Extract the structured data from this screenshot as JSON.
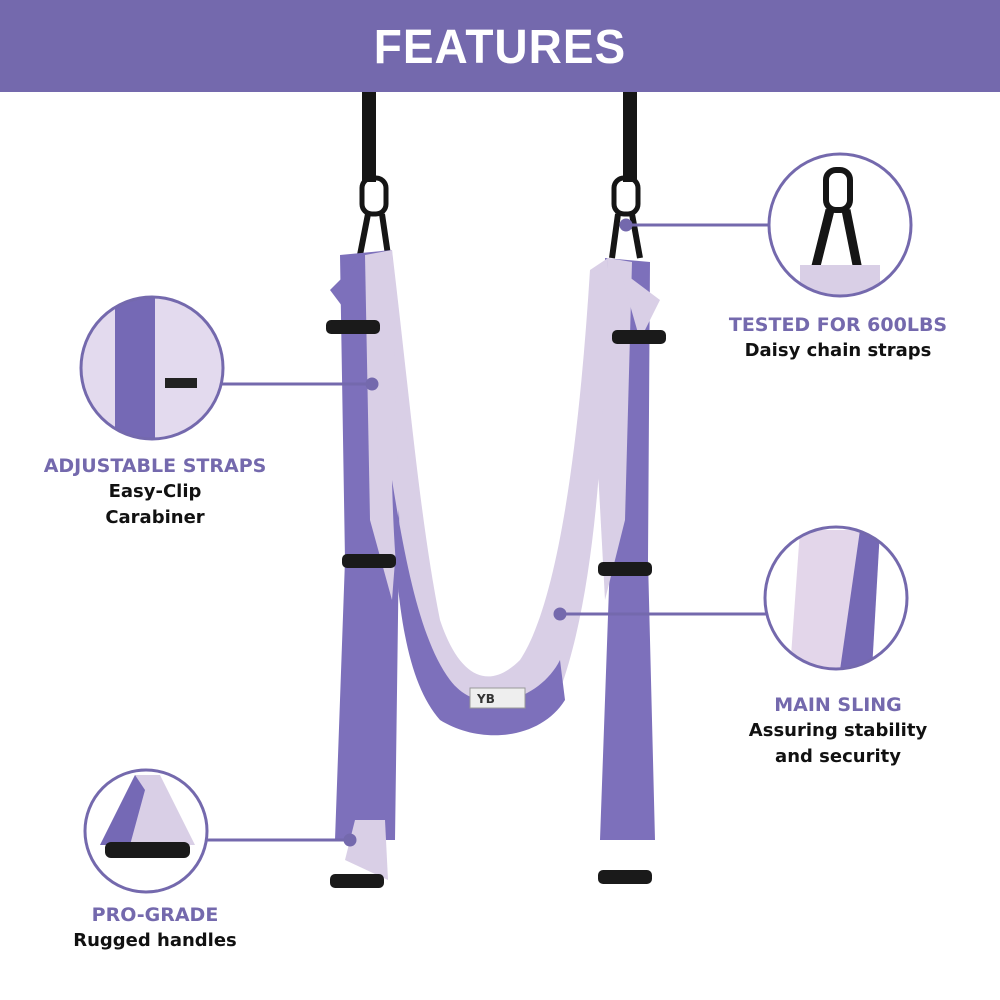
{
  "header": {
    "title": "FEATURES"
  },
  "colors": {
    "accent": "#7469ad",
    "fabric_light": "#d9cfe6",
    "fabric_dark": "#6f64b0"
  },
  "features": [
    {
      "title": "TESTED FOR 600LBS",
      "line1": "Daisy chain straps",
      "line2": ""
    },
    {
      "title": "ADJUSTABLE STRAPS",
      "line1": "Easy-Clip",
      "line2": "Carabiner"
    },
    {
      "title": "MAIN SLING",
      "line1": "Assuring stability",
      "line2": "and security"
    },
    {
      "title": "PRO-GRADE",
      "line1": "Rugged handles",
      "line2": ""
    }
  ],
  "product": {
    "tag_text": "YB"
  }
}
